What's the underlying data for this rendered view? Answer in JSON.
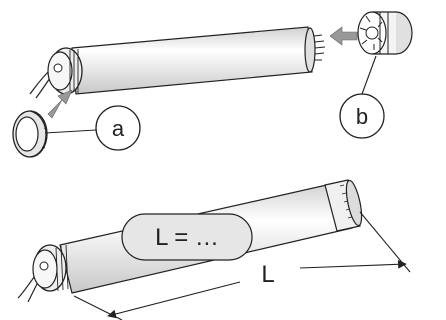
{
  "callouts": {
    "a": "a",
    "b": "b"
  },
  "length_pill": "L = …",
  "length_label": "L",
  "colors": {
    "stroke": "#222222",
    "tube_light": "#ffffff",
    "tube_shade": "#d9d9d9",
    "pill_fill": "#e6e6e6",
    "arrow_fill": "#999999"
  }
}
